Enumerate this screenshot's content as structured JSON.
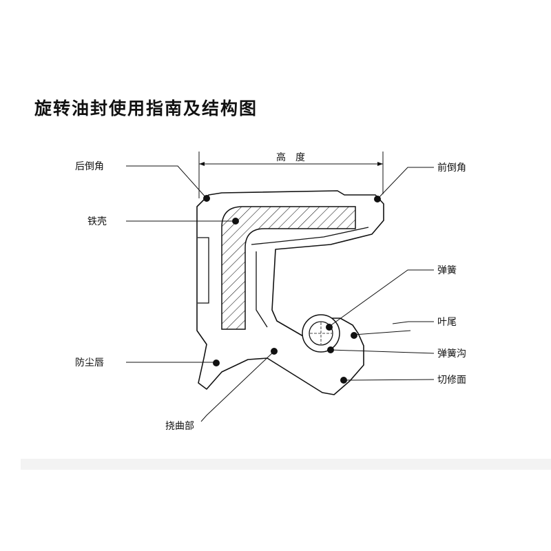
{
  "title": "旋转油封使用指南及结构图",
  "dimension_label": "高　度",
  "labels": {
    "rear_chamfer": "后倒角",
    "front_chamfer": "前倒角",
    "metal_case": "铁壳",
    "spring": "弹簧",
    "lip_tail": "叶尾",
    "spring_groove": "弹簧沟",
    "dust_lip": "防尘唇",
    "cut_face": "切修面",
    "flex_section": "挠曲部"
  },
  "colors": {
    "line": "#111111",
    "background": "#ffffff"
  }
}
